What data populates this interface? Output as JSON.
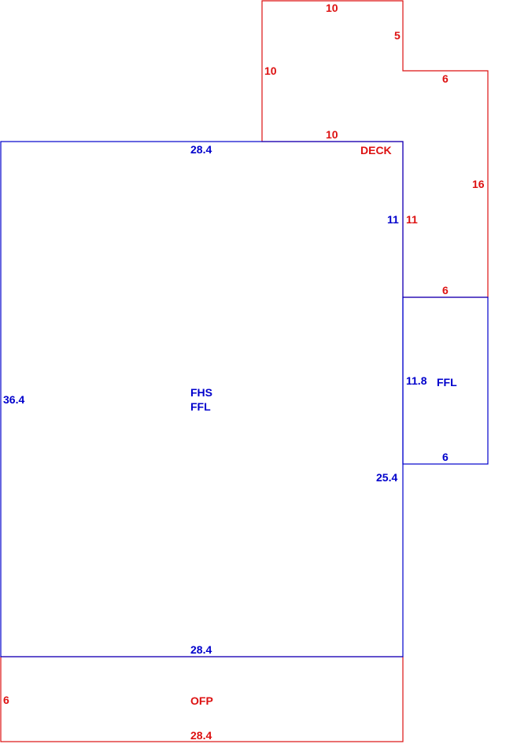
{
  "colors": {
    "main_structure": "#0000cc",
    "deck_porch": "#dd1111"
  },
  "fhs_area": {
    "name_1": "FHS",
    "name_2": "FFL",
    "dim_top": "28.4",
    "dim_left": "36.4",
    "dim_right_upper": "11",
    "dim_right_lower": "25.4",
    "dim_bottom": "28.4"
  },
  "ffl_addition": {
    "name": "FFL",
    "dim_left": "11.8",
    "dim_bottom": "6"
  },
  "deck": {
    "name": "DECK",
    "dim_top": "10",
    "dim_step": "5",
    "dim_upper_left": "10",
    "dim_step_top": "6",
    "dim_bottom_inner": "10",
    "dim_right": "16",
    "dim_inner_left": "11",
    "dim_bottom": "6"
  },
  "ofp": {
    "name": "OFP",
    "dim_left": "6",
    "dim_bottom": "28.4"
  }
}
